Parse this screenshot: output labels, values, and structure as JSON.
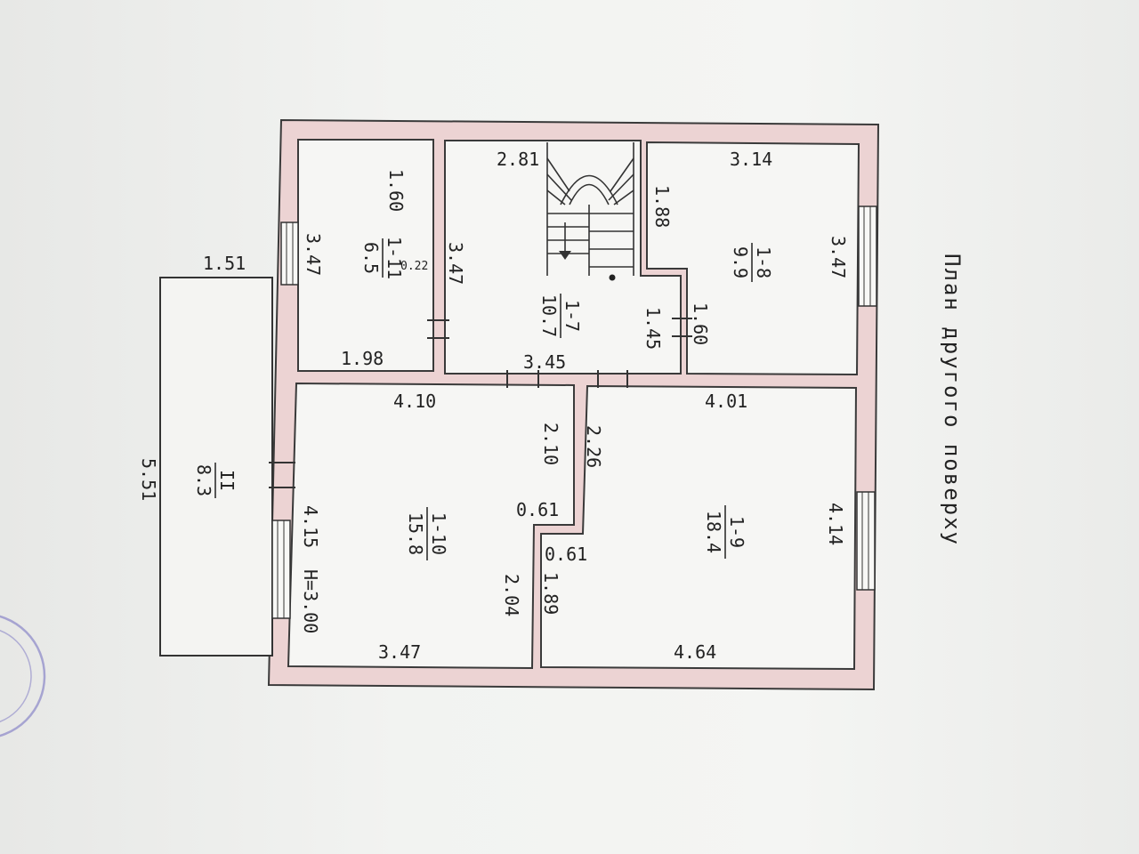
{
  "plan": {
    "title": "План другого поверху",
    "height_note": "H=3.00"
  },
  "rooms": [
    {
      "id": "1-11",
      "area": "6.5"
    },
    {
      "id": "1-7",
      "area": "10.7"
    },
    {
      "id": "1-8",
      "area": "9.9"
    },
    {
      "id": "1-10",
      "area": "15.8"
    },
    {
      "id": "1-9",
      "area": "18.4"
    },
    {
      "id": "II",
      "area": "8.3"
    }
  ],
  "dimensions": {
    "r111_top": "1.60",
    "r111_side": "3.47",
    "r111_bottom": "1.98",
    "r111_notch": "0.22",
    "r17_stair": "2.81",
    "r17_side": "3.47",
    "r17_bottom": "3.45",
    "r17_corridor": "1.45",
    "r18_top": "3.14",
    "r18_side": "1.88",
    "r18_right": "3.47",
    "r18_bottom": "1.60",
    "r110_top": "4.10",
    "r110_left": "4.15",
    "r110_right": "2.10",
    "r110_notch": "0.61",
    "r110_right2": "2.04",
    "r110_bottom": "3.47",
    "r19_top": "4.01",
    "r19_left": "2.26",
    "r19_notch": "0.61",
    "r19_left2": "1.89",
    "r19_right": "4.14",
    "r19_bottom": "4.64",
    "balcony_top": "1.51",
    "balcony_side": "5.51"
  }
}
